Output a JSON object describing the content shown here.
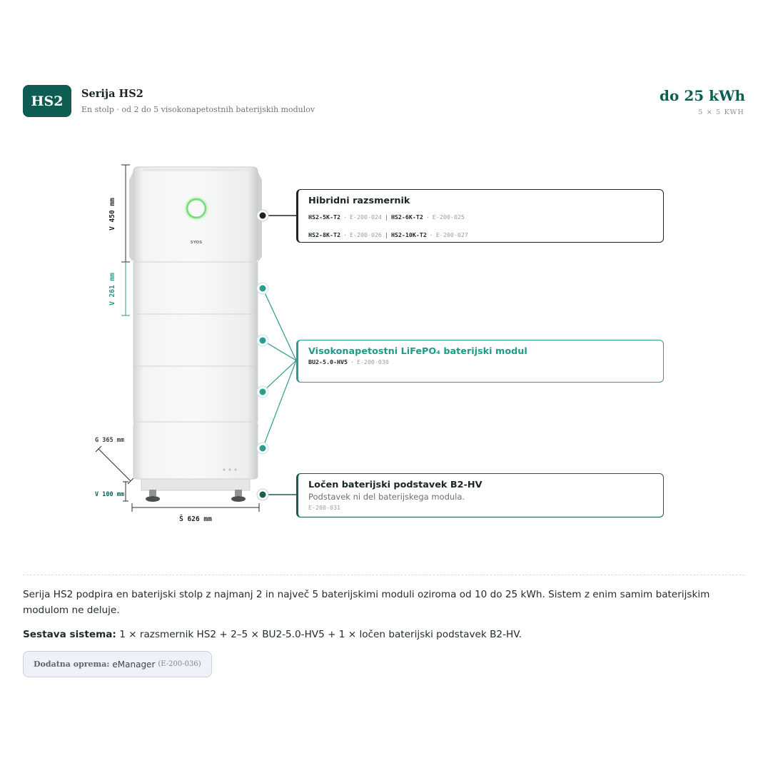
{
  "header": {
    "badge": "HS2",
    "title": "Serija HS2",
    "subtitle": "En stolp · od 2 do 5 visokonapetostnih baterijskih modulov",
    "capacity": "do 25 kWh",
    "capacity_note": "5 × 5 KWH"
  },
  "dimensions": {
    "height_inverter": "V 450 mm",
    "height_module": "V 261 mm",
    "depth": "G 365 mm",
    "height_base": "V 100 mm",
    "width": "Š 626 mm"
  },
  "device": {
    "brand_mark": "SYOS"
  },
  "callouts": {
    "inverter": {
      "title": "Hibridni razsmernik",
      "row1": [
        {
          "model": "HS2-5K-T2",
          "code": "E-200-024"
        },
        {
          "model": "HS2-6K-T2",
          "code": "E-200-025"
        }
      ],
      "row2": [
        {
          "model": "HS2-8K-T2",
          "code": "E-200-026"
        },
        {
          "model": "HS2-10K-T2",
          "code": "E-200-027"
        }
      ]
    },
    "battery": {
      "title": "Visokonapetostni LiFePO₄ baterijski modul",
      "model": "BU2-5.0-HV5",
      "code": "E-200-030"
    },
    "base": {
      "title": "Ločen baterijski podstavek B2-HV",
      "note": "Podstavek ni del baterijskega modula.",
      "code": "E-200-031"
    }
  },
  "description": "Serija HS2 podpira en baterijski stolp z najmanj 2 in največ 5 baterijskimi moduli oziroma od 10 do 25 kWh. Sistem z enim samim baterijskim modulom ne deluje.",
  "composition": {
    "label": "Sestava sistema:",
    "text": "1 × razsmernik HS2 + 2–5 × BU2-5.0-HV5 + 1 × ločen baterijski podstavek B2-HV."
  },
  "accessory": {
    "label": "Dodatna oprema:",
    "name": "eManager",
    "code": "(E-200-036)"
  },
  "colors": {
    "brand": "#0e5d52",
    "accent": "#2a9d8f",
    "dark": "#1d2523"
  }
}
